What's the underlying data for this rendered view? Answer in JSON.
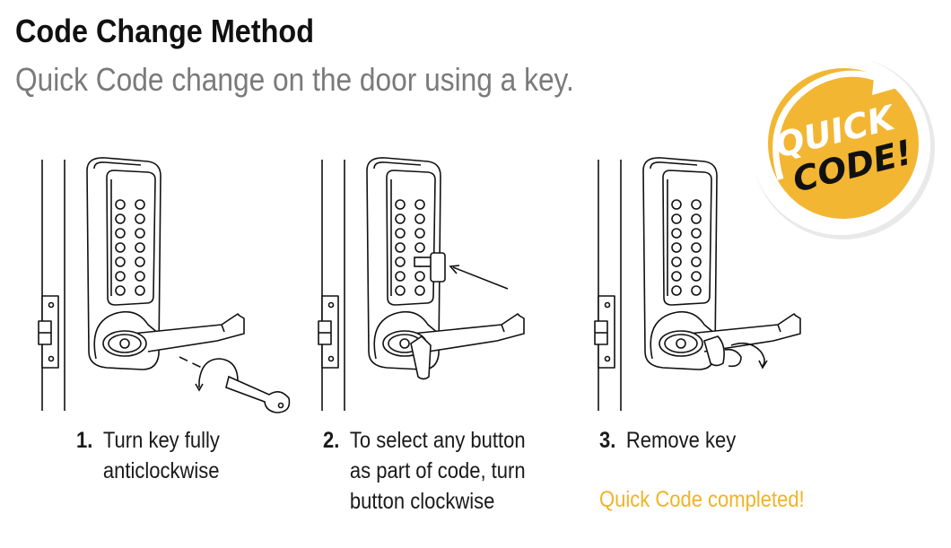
{
  "header": {
    "title": "Code Change Method",
    "subtitle": "Quick Code change on the door using a key."
  },
  "badge": {
    "line1": "QUICK",
    "line2": "CODE!",
    "color": "#f2b632"
  },
  "steps": [
    {
      "number": "1.",
      "lines": [
        "Turn key fully",
        "anticlockwise"
      ]
    },
    {
      "number": "2.",
      "lines": [
        "To select any button",
        "as part of code, turn",
        "button clockwise"
      ]
    },
    {
      "number": "3.",
      "lines": [
        "Remove key"
      ]
    }
  ],
  "completion": "Quick Code completed!"
}
